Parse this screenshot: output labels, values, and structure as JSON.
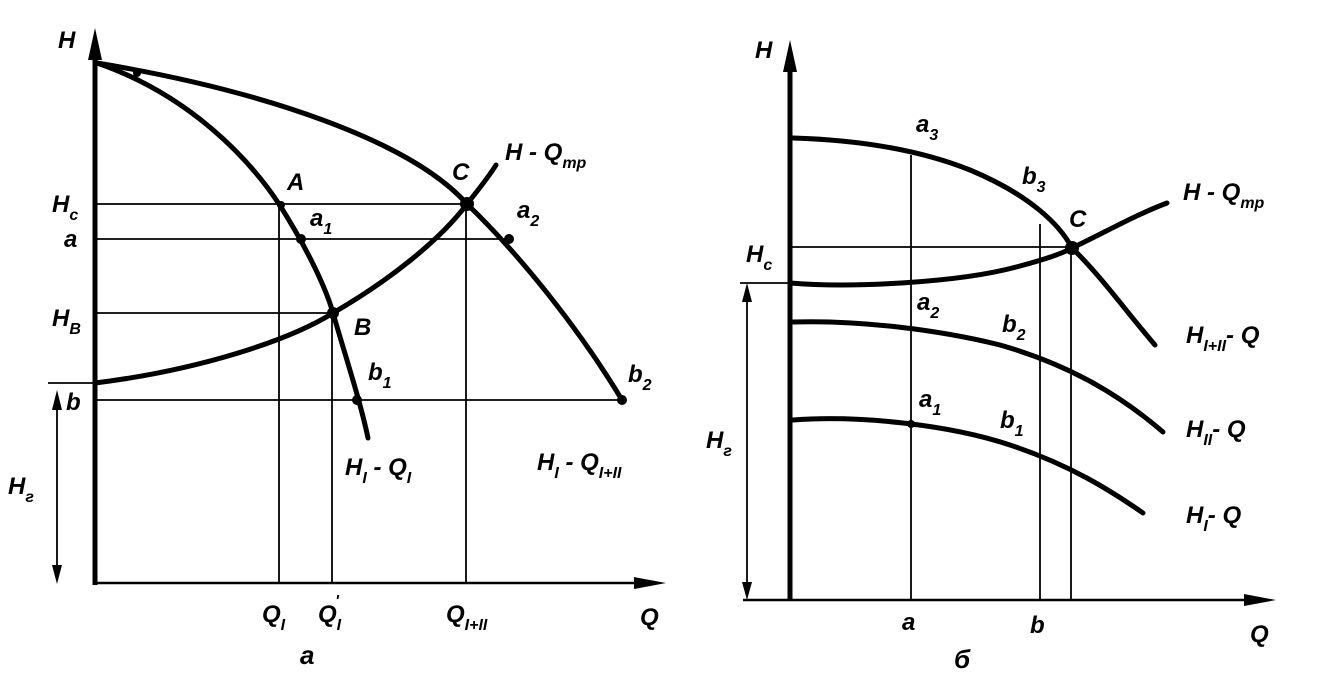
{
  "figure_a": {
    "caption": "a",
    "y_axis": "H",
    "x_axis": "Q",
    "y_ticks": {
      "hc": {
        "main": "H",
        "sub": "c"
      },
      "a": "a",
      "hb": {
        "main": "H",
        "sub": "B"
      },
      "b": "b",
      "hg": {
        "main": "H",
        "sub": "г"
      }
    },
    "x_ticks": {
      "q1": {
        "main": "Q",
        "sub": "I"
      },
      "q1p": {
        "main": "Q",
        "sub": "I",
        "prime": "'"
      },
      "q12": {
        "main": "Q",
        "sub": "I+II"
      }
    },
    "points": {
      "A": "A",
      "B": "B",
      "C": "C",
      "a1": {
        "main": "a",
        "sub": "1"
      },
      "a2": {
        "main": "a",
        "sub": "2"
      },
      "b1": {
        "main": "b",
        "sub": "1"
      },
      "b2": {
        "main": "b",
        "sub": "2"
      }
    },
    "curves": {
      "system": {
        "main": "H - Q",
        "sub": "тр"
      },
      "single": {
        "main": "H",
        "sub1": "I",
        "mid": " - Q",
        "sub2": "I"
      },
      "combined": {
        "main": "H",
        "sub1": "I",
        "mid": " - Q",
        "sub2": "I+II"
      }
    }
  },
  "figure_b": {
    "caption": "б",
    "y_axis": "H",
    "x_axis": "Q",
    "y_ticks": {
      "hc": {
        "main": "H",
        "sub": "c"
      },
      "hg": {
        "main": "H",
        "sub": "г"
      }
    },
    "x_ticks": {
      "a": "a",
      "b": "b"
    },
    "points": {
      "C": "C",
      "a1": {
        "main": "a",
        "sub": "1"
      },
      "a2": {
        "main": "a",
        "sub": "2"
      },
      "a3": {
        "main": "a",
        "sub": "3"
      },
      "b1": {
        "main": "b",
        "sub": "1"
      },
      "b2": {
        "main": "b",
        "sub": "2"
      },
      "b3": {
        "main": "b",
        "sub": "3"
      }
    },
    "curves": {
      "system": {
        "main": "H - Q",
        "sub": "тр"
      },
      "h12": {
        "main": "H",
        "sub": "I+II",
        "mid": "- Q"
      },
      "h2": {
        "main": "H",
        "sub": "II",
        "mid": "- Q"
      },
      "h1": {
        "main": "H",
        "sub": "I",
        "mid": "- Q"
      }
    }
  }
}
